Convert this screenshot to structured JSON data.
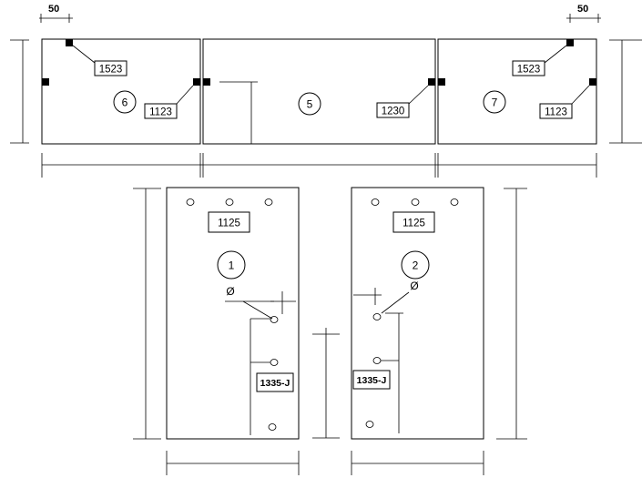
{
  "top_row": {
    "dim_left": "50",
    "dim_right": "50",
    "panels": [
      {
        "number": "6",
        "labels": [
          "1523",
          "1123"
        ]
      },
      {
        "number": "5",
        "labels": [
          "1230"
        ]
      },
      {
        "number": "7",
        "labels": [
          "1523",
          "1123"
        ]
      }
    ]
  },
  "bottom_row": {
    "panels": [
      {
        "number": "1",
        "top_label": "1125",
        "symbol": "Ø",
        "hinge_label": "1335-J"
      },
      {
        "number": "2",
        "top_label": "1125",
        "symbol": "Ø",
        "hinge_label": "1335-J"
      }
    ]
  }
}
